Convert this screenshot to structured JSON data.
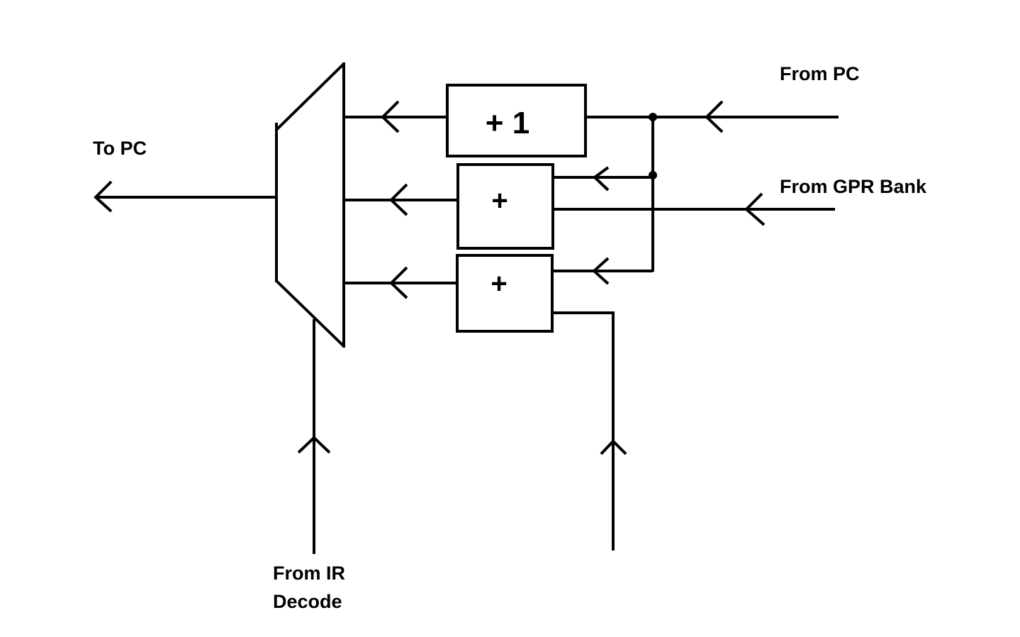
{
  "labels": {
    "from_pc": "From PC",
    "to_pc": "To PC",
    "from_gpr_bank": "From GPR Bank",
    "from_ir_decode_line1": "From IR",
    "from_ir_decode_line2": "Decode"
  },
  "blocks": {
    "increment": "+ 1",
    "adder_gpr": "+",
    "adder_offset": "+"
  },
  "colors": {
    "stroke": "#000000",
    "background": "#ffffff"
  }
}
